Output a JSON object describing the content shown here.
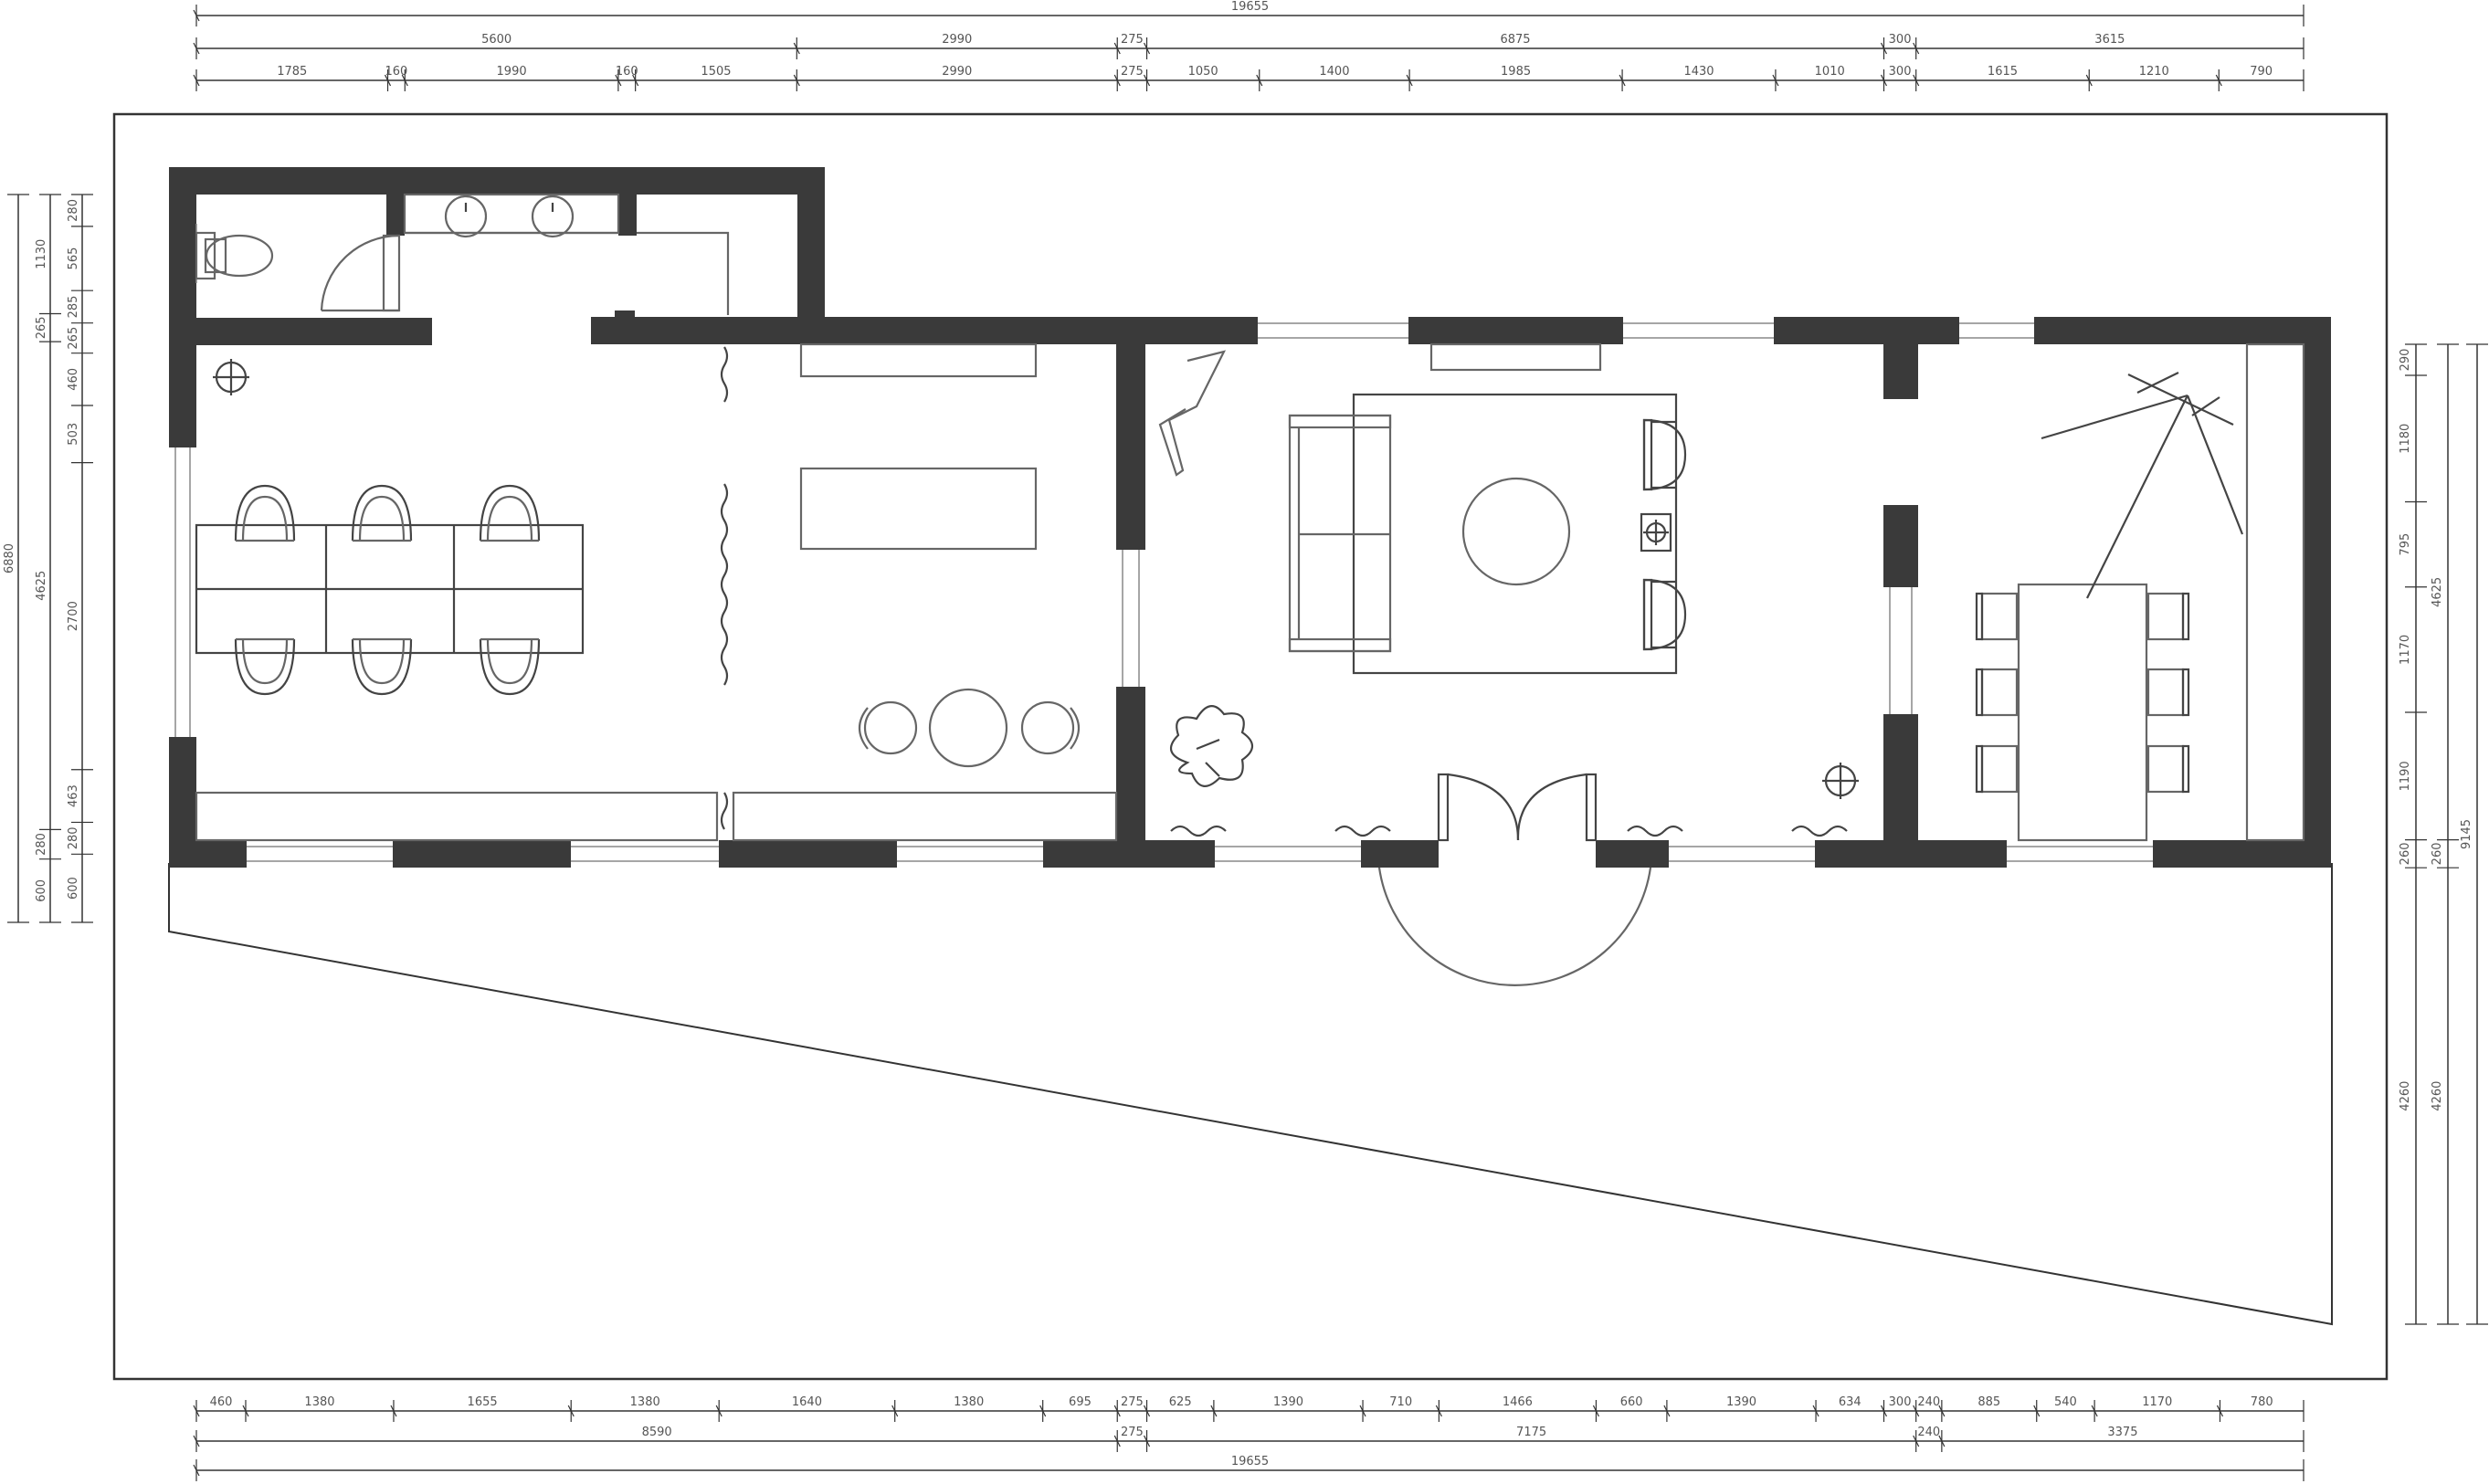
{
  "dimensions": {
    "top": {
      "overall": [
        "19655"
      ],
      "row2": [
        "5600",
        "2990",
        "275",
        "6875",
        "300",
        "3615"
      ],
      "row3": [
        "1785",
        "160",
        "1990",
        "160",
        "1505",
        "2990",
        "275",
        "1050",
        "1400",
        "1985",
        "1430",
        "1010",
        "300",
        "1615",
        "1210",
        "790"
      ]
    },
    "bottom": {
      "row1": [
        "460",
        "1380",
        "1655",
        "1380",
        "1640",
        "1380",
        "695",
        "275",
        "625",
        "1390",
        "710",
        "1466",
        "660",
        "1390",
        "634",
        "300",
        "240",
        "885",
        "540",
        "1170",
        "780"
      ],
      "row2": [
        "8590",
        "275",
        "7175",
        "240",
        "3375"
      ],
      "overall": [
        "19655"
      ]
    },
    "left": {
      "outer": [
        "6880"
      ],
      "middle": [
        "1130",
        "265",
        "4625",
        "280",
        "600"
      ],
      "inner": [
        "280",
        "565",
        "285",
        "265",
        "460",
        "503",
        "2700",
        "463",
        "280",
        "600"
      ]
    },
    "right": {
      "outer": [
        "9145"
      ],
      "middle": [
        "4625",
        "260",
        "4260"
      ],
      "inner": [
        "290",
        "1180",
        "795",
        "1170",
        "1190",
        "260",
        "4260"
      ]
    }
  },
  "colors": {
    "wall": "#3a3a3a",
    "line": "#333333",
    "furniture": "#666666"
  }
}
